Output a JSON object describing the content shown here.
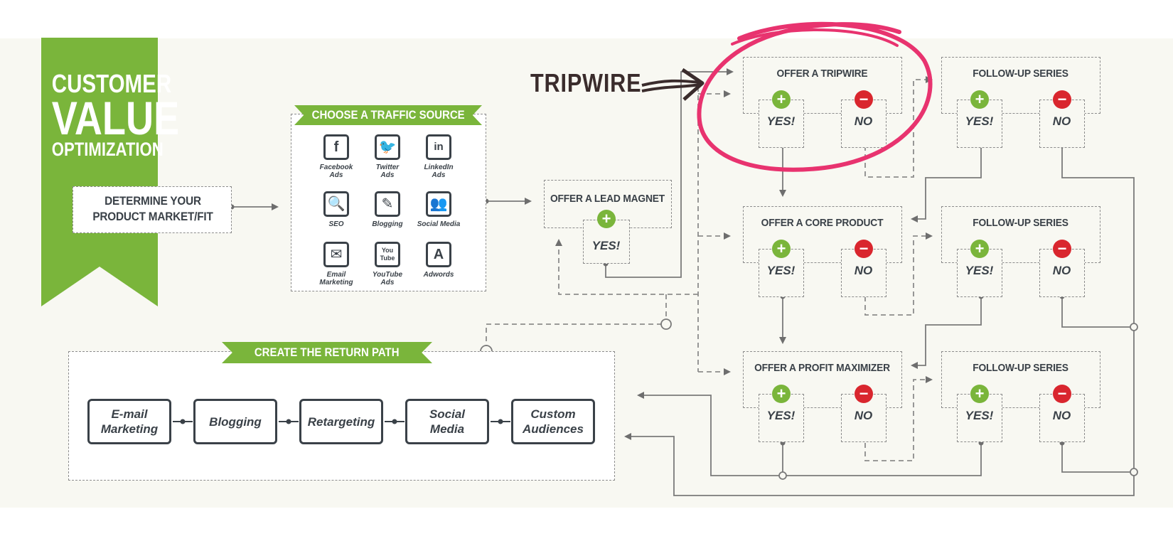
{
  "title": {
    "line1": "CUSTOMER",
    "line2": "VALUE",
    "line3": "OPTIMIZATION"
  },
  "colors": {
    "green": "#7ab53b",
    "red": "#d9262e",
    "highlight": "#e8336f",
    "dark": "#3a4148"
  },
  "start": {
    "label_line1": "DETERMINE YOUR",
    "label_line2": "PRODUCT MARKET/FIT"
  },
  "traffic": {
    "banner": "CHOOSE A TRAFFIC SOURCE",
    "sources": [
      {
        "icon": "facebook-icon",
        "glyph": "f",
        "label_line1": "Facebook",
        "label_line2": "Ads"
      },
      {
        "icon": "twitter-icon",
        "glyph": "🐦",
        "label_line1": "Twitter",
        "label_line2": "Ads"
      },
      {
        "icon": "linkedin-icon",
        "glyph": "in",
        "label_line1": "LinkedIn",
        "label_line2": "Ads"
      },
      {
        "icon": "seo-magnifier-icon",
        "glyph": "🔍",
        "label_line1": "SEO",
        "label_line2": ""
      },
      {
        "icon": "blogging-pencil-icon",
        "glyph": "✎",
        "label_line1": "Blogging",
        "label_line2": ""
      },
      {
        "icon": "social-media-people-icon",
        "glyph": "👥",
        "label_line1": "Social Media",
        "label_line2": ""
      },
      {
        "icon": "email-envelope-icon",
        "glyph": "✉",
        "label_line1": "Email",
        "label_line2": "Marketing"
      },
      {
        "icon": "youtube-icon",
        "glyph": "You Tube",
        "label_line1": "YouTube",
        "label_line2": "Ads"
      },
      {
        "icon": "adwords-icon",
        "glyph": "A",
        "label_line1": "Adwords",
        "label_line2": ""
      }
    ]
  },
  "lead_magnet": {
    "title": "OFFER A LEAD MAGNET",
    "yes": "YES!"
  },
  "annotation": {
    "text": "TRIPWIRE"
  },
  "offers": [
    {
      "title": "OFFER A TRIPWIRE",
      "yes": "YES!",
      "no": "NO"
    },
    {
      "title": "OFFER A CORE PRODUCT",
      "yes": "YES!",
      "no": "NO"
    },
    {
      "title": "OFFER A PROFIT MAXIMIZER",
      "yes": "YES!",
      "no": "NO"
    }
  ],
  "followups": [
    {
      "title": "FOLLOW-UP SERIES",
      "yes": "YES!",
      "no": "NO"
    },
    {
      "title": "FOLLOW-UP SERIES",
      "yes": "YES!",
      "no": "NO"
    },
    {
      "title": "FOLLOW-UP SERIES",
      "yes": "YES!",
      "no": "NO"
    }
  ],
  "return_path": {
    "banner": "CREATE THE RETURN PATH",
    "items": [
      {
        "line1": "E-mail",
        "line2": "Marketing"
      },
      {
        "line1": "Blogging",
        "line2": ""
      },
      {
        "line1": "Retargeting",
        "line2": ""
      },
      {
        "line1": "Social",
        "line2": "Media"
      },
      {
        "line1": "Custom",
        "line2": "Audiences"
      }
    ]
  }
}
